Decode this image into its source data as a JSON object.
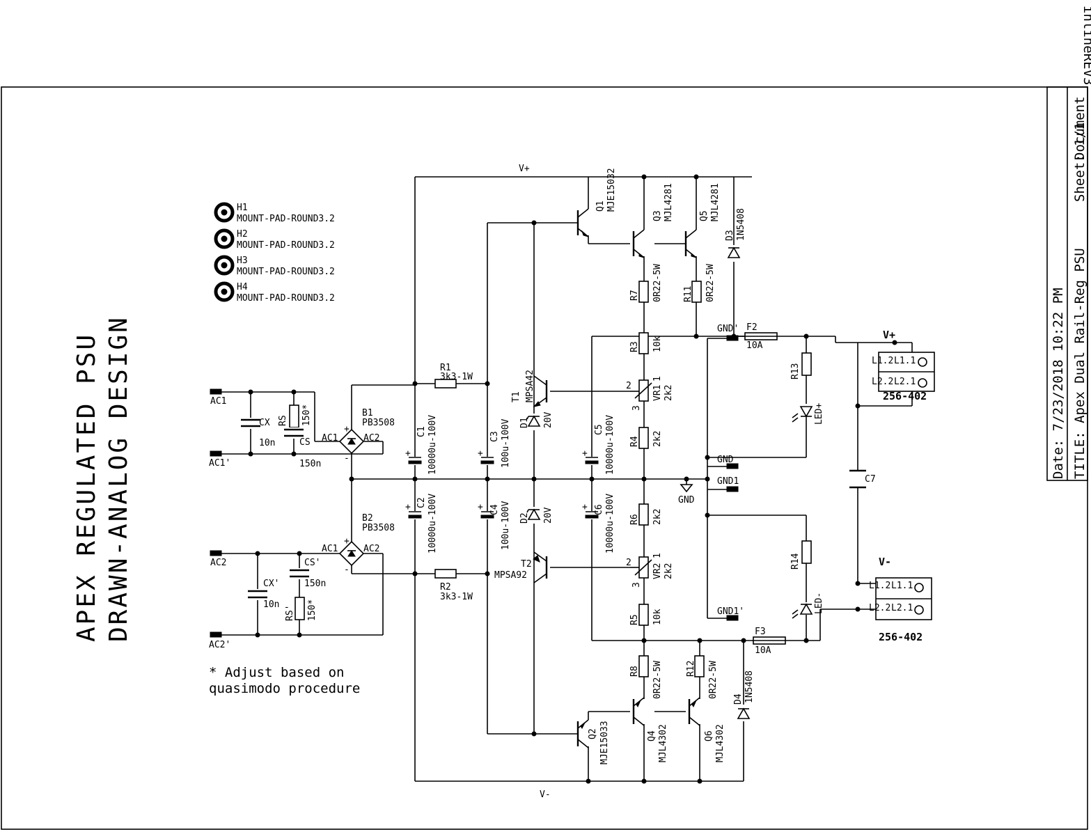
{
  "title_block": {
    "revision": "inlineREV3",
    "date": "Date: 7/23/2018 10:22 PM",
    "title": "TITLE:  Apex Dual Rail-Reg PSU",
    "sheet": "Sheet: 1/1",
    "document": "Document"
  },
  "design_title": {
    "line1": "APEX REGULATED PSU",
    "line2": "DRAWN-ANALOG DESIGN"
  },
  "note": {
    "line1": "* Adjust based on",
    "line2": "quasimodo procedure"
  },
  "mount_pads": [
    {
      "ref": "H1",
      "value": "MOUNT-PAD-ROUND3.2"
    },
    {
      "ref": "H2",
      "value": "MOUNT-PAD-ROUND3.2"
    },
    {
      "ref": "H3",
      "value": "MOUNT-PAD-ROUND3.2"
    },
    {
      "ref": "H4",
      "value": "MOUNT-PAD-ROUND3.2"
    }
  ],
  "nets": {
    "v_plus": "V+",
    "v_minus": "V-",
    "ac1": "AC1",
    "ac1p": "AC1'",
    "ac2": "AC2",
    "ac2p": "AC2'",
    "gnd": "GND",
    "gndp": "GND'",
    "gnd1": "GND1",
    "gnd1p": "GND1'",
    "gnd_sym": "GND"
  },
  "components": {
    "cx": {
      "ref": "CX",
      "value": "10n"
    },
    "cxp": {
      "ref": "CX'",
      "value": "10n"
    },
    "rs": {
      "ref": "RS",
      "value": "150*"
    },
    "rsp": {
      "ref": "RS'",
      "value": "150*"
    },
    "cs": {
      "ref": "CS",
      "value": "150n"
    },
    "csp": {
      "ref": "CS'",
      "value": "150n"
    },
    "b1": {
      "ref": "B1",
      "value": "PB3508"
    },
    "b2": {
      "ref": "B2",
      "value": "PB3508"
    },
    "bridge_pins": {
      "ac1": "AC1",
      "ac2": "AC2",
      "plus": "+",
      "minus": "-"
    },
    "c1": {
      "ref": "C1",
      "value": "10000u-100V"
    },
    "c2": {
      "ref": "C2",
      "value": "10000u-100V"
    },
    "c3": {
      "ref": "C3",
      "value": "100u-100V"
    },
    "c4": {
      "ref": "C4",
      "value": "100u-100V"
    },
    "c5": {
      "ref": "C5",
      "value": "10000u-100V"
    },
    "c6": {
      "ref": "C6",
      "value": "10000u-100V"
    },
    "c7": {
      "ref": "C7"
    },
    "r1": {
      "ref": "R1",
      "value": "3k3-1W"
    },
    "r2": {
      "ref": "R2",
      "value": "3k3-1W"
    },
    "r3": {
      "ref": "R3",
      "value": "10k"
    },
    "r4": {
      "ref": "R4",
      "value": "2k2"
    },
    "r5": {
      "ref": "R5",
      "value": "10k"
    },
    "r6": {
      "ref": "R6",
      "value": "2k2"
    },
    "r7": {
      "ref": "R7",
      "value": "0R22-5W"
    },
    "r8": {
      "ref": "R8",
      "value": "0R22-5W"
    },
    "r11": {
      "ref": "R11",
      "value": "0R22-5W"
    },
    "r12": {
      "ref": "R12",
      "value": "0R22-5W"
    },
    "r13": {
      "ref": "R13"
    },
    "r14": {
      "ref": "R14"
    },
    "vr1": {
      "ref": "VR1",
      "value": "2k2",
      "pin1": "1",
      "pin2": "2",
      "pin3": "3"
    },
    "vr2": {
      "ref": "VR2",
      "value": "2k2",
      "pin1": "1",
      "pin2": "2",
      "pin3": "3"
    },
    "d1": {
      "ref": "D1",
      "value": "20V"
    },
    "d2": {
      "ref": "D2",
      "value": "20V"
    },
    "d3": {
      "ref": "D3",
      "value": "1N5408"
    },
    "d4": {
      "ref": "D4",
      "value": "1N5408"
    },
    "t1": {
      "ref": "T1",
      "value": "MPSA42"
    },
    "t2": {
      "ref": "T2",
      "value": "MPSA92"
    },
    "q1": {
      "ref": "Q1",
      "value": "MJE15032"
    },
    "q2": {
      "ref": "Q2",
      "value": "MJE15033"
    },
    "q3": {
      "ref": "Q3",
      "value": "MJL4281"
    },
    "q4": {
      "ref": "Q4",
      "value": "MJL4302"
    },
    "q5": {
      "ref": "Q5",
      "value": "MJL4281"
    },
    "q6": {
      "ref": "Q6",
      "value": "MJL4302"
    },
    "f2": {
      "ref": "F2",
      "value": "10A"
    },
    "f3": {
      "ref": "F3",
      "value": "10A"
    },
    "led_plus": {
      "ref": "LED+"
    },
    "led_minus": {
      "ref": "LED-"
    },
    "conn_top": {
      "value": "256-402",
      "pin_a1": "L1.2",
      "pin_a2": "L1.1",
      "pin_b1": "L2.2",
      "pin_b2": "L2.1"
    },
    "conn_bot": {
      "value": "256-402",
      "pin_a1": "L1.2",
      "pin_a2": "L1.1",
      "pin_b1": "L2.2",
      "pin_b2": "L2.1"
    }
  }
}
